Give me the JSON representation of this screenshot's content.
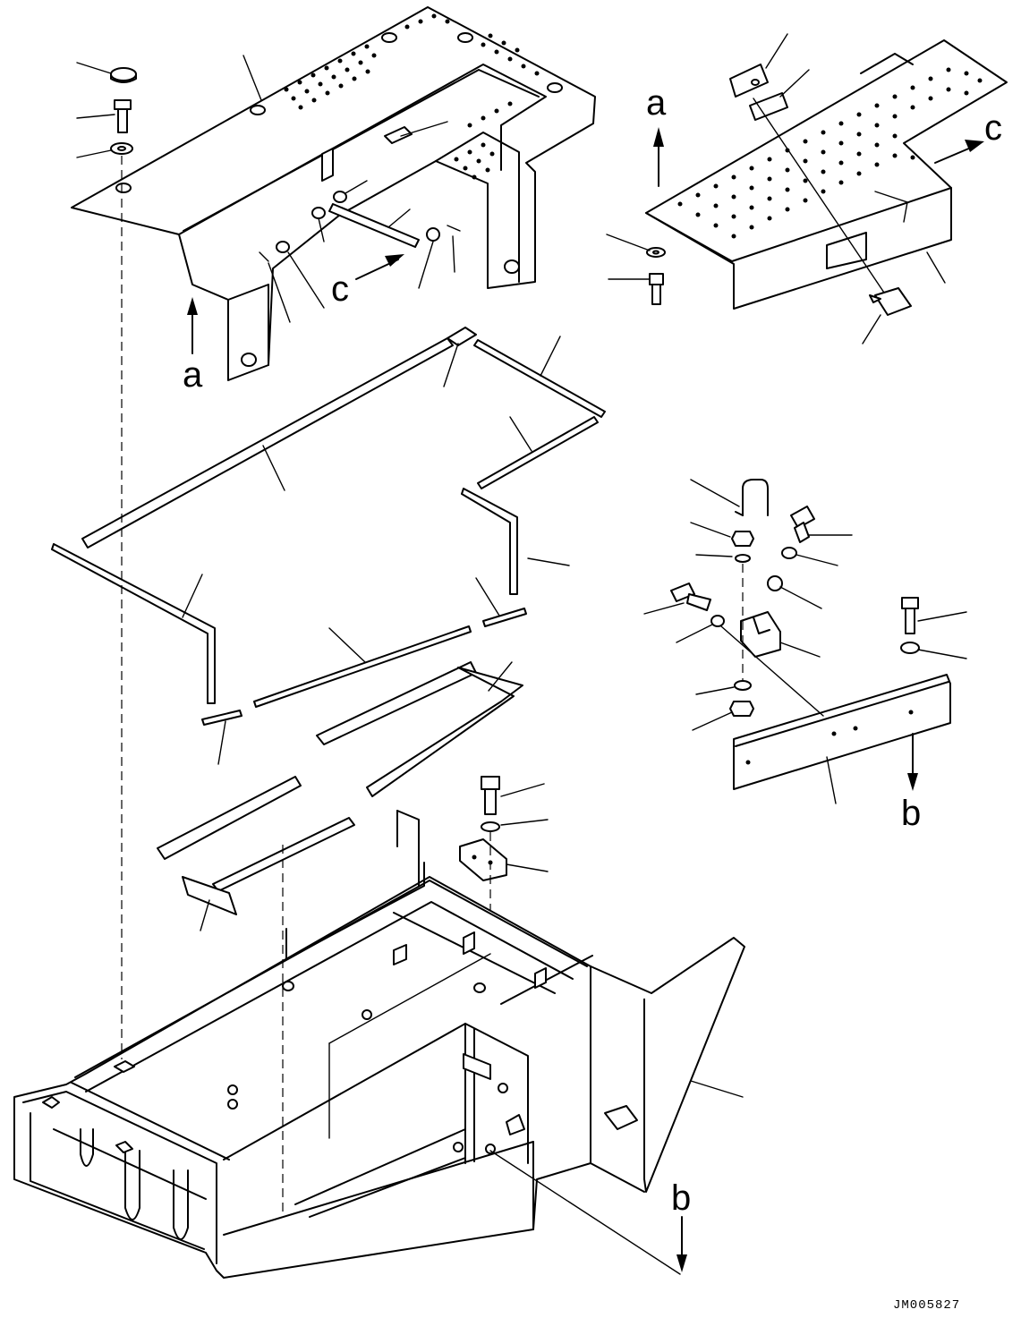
{
  "diagram": {
    "drawing_code": "JM005827",
    "view_labels": {
      "a_top_left": "a",
      "a_top_right": "a",
      "c_top_left": "c",
      "c_top_right": "c",
      "b_right": "b",
      "b_bottom": "b"
    }
  }
}
